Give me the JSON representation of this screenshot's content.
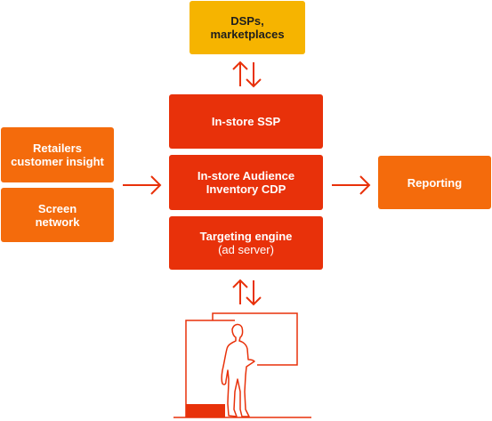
{
  "colors": {
    "core": "#e8310a",
    "input": "#f46b0c",
    "top": "#f6b400",
    "arrow": "#e8310a",
    "illustration": "#e8310a"
  },
  "nodes": {
    "dsps": {
      "line1": "DSPs,",
      "line2": "marketplaces"
    },
    "ssp": {
      "label": "In-store SSP"
    },
    "cdp": {
      "line1": "In-store Audience",
      "line2": "Inventory CDP"
    },
    "engine": {
      "line1": "Targeting engine",
      "line2": "(ad server)"
    },
    "retailers": {
      "line1": "Retailers",
      "line2": "customer insight"
    },
    "screen": {
      "line1": "Screen",
      "line2": "network"
    },
    "reporting": {
      "label": "Reporting"
    }
  },
  "icons": {
    "top_connector": "bidirectional-vertical-arrows-icon",
    "bottom_connector": "bidirectional-vertical-arrows-icon",
    "input_connector": "right-arrow-icon",
    "output_connector": "right-arrow-icon",
    "illustration": "shopper-at-screen-illustration"
  }
}
